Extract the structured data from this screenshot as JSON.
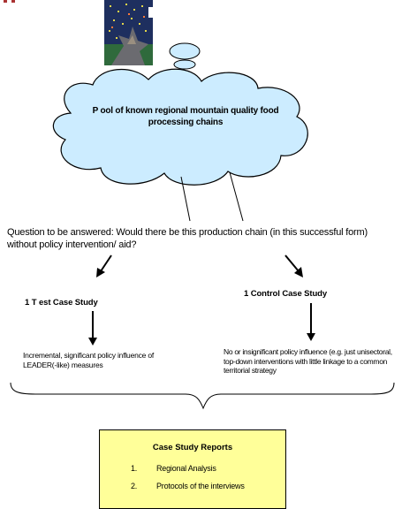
{
  "cloud": {
    "title": "P ool of known regional mountain quality food processing chains"
  },
  "question": "Question to be answered: Would there be this production chain (in this successful form) without policy intervention/ aid?",
  "test_case": {
    "heading": "1 T est Case Study",
    "description": "Incremental, significant policy influence of LEADER(-like) measures"
  },
  "control_case": {
    "heading": "1 Control Case Study",
    "description": "No or insignificant policy influence (e.g. just unisectoral, top-down interventions with little linkage to a common territorial strategy"
  },
  "reports": {
    "title": "Case Study Reports",
    "items": [
      {
        "num": "1.",
        "text": "Regional Analysis"
      },
      {
        "num": "2.",
        "text": "Protocols of the interviews"
      }
    ]
  },
  "colors": {
    "cloud_fill": "#ccecff",
    "reports_fill": "#ffff99",
    "picture_sky": "#1e2f5f",
    "picture_tree": "#2f6a3c"
  }
}
